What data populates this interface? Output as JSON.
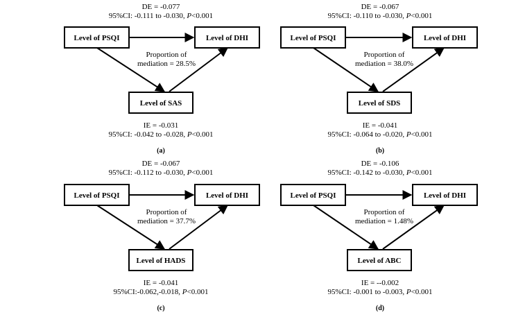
{
  "panels": [
    {
      "id": "a",
      "de": "DE = -0.077",
      "ci_de_prefix": "95%CI: -0.111 to -0.030, ",
      "ci_de_p": "P",
      "ci_de_suffix": "<0.001",
      "box_x": "Level of PSQI",
      "box_y": "Level of DHI",
      "box_m": "Level of SAS",
      "prop_line1": "Proportion of",
      "prop_line2": "mediation = 28.5%",
      "ie": "IE = -0.031",
      "ci_ie_prefix": "95%CI: -0.042 to -0.028, ",
      "ci_ie_p": "P",
      "ci_ie_suffix": "<0.001",
      "caption": "(a)"
    },
    {
      "id": "b",
      "de": "DE = -0.067",
      "ci_de_prefix": "95%CI: -0.110 to -0.030, ",
      "ci_de_p": "P",
      "ci_de_suffix": "<0.001",
      "box_x": "Level of PSQI",
      "box_y": "Level of DHI",
      "box_m": "Level of SDS",
      "prop_line1": "Proportion of",
      "prop_line2": "mediation = 38.0%",
      "ie": "IE = -0.041",
      "ci_ie_prefix": "95%CI: -0.064 to -0.020, ",
      "ci_ie_p": "P",
      "ci_ie_suffix": "<0.001",
      "caption": "(b)"
    },
    {
      "id": "c",
      "de": "DE = -0.067",
      "ci_de_prefix": "95%CI: -0.112 to -0.030, ",
      "ci_de_p": "P",
      "ci_de_suffix": "<0.001",
      "box_x": "Level of PSQI",
      "box_y": "Level of DHI",
      "box_m": "Level of HADS",
      "prop_line1": "Proportion of",
      "prop_line2": "mediation = 37.7%",
      "ie": "IE = -0.041",
      "ci_ie_prefix": "95%CI:-0.062,-0.018, ",
      "ci_ie_p": "P",
      "ci_ie_suffix": "<0.001",
      "caption": "(c)"
    },
    {
      "id": "d",
      "de": "DE = -0.106",
      "ci_de_prefix": "95%CI: -0.142 to -0.030, ",
      "ci_de_p": "P",
      "ci_de_suffix": "<0.001",
      "box_x": "Level of PSQI",
      "box_y": "Level of DHI",
      "box_m": "Level of ABC",
      "prop_line1": "Proportion of",
      "prop_line2": "mediation = 1.48%",
      "ie": "IE = --0.002",
      "ci_ie_prefix": "95%CI: -0.001 to -0.003, ",
      "ci_ie_p": "P",
      "ci_ie_suffix": "<0.001",
      "caption": "(d)"
    }
  ]
}
